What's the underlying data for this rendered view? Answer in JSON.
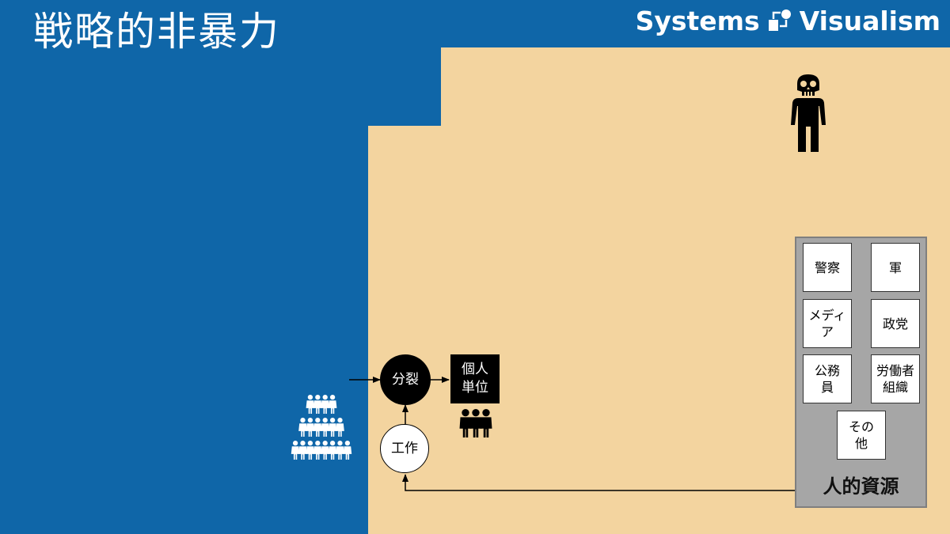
{
  "title": "戦略的非暴力",
  "brand": {
    "left": "Systems",
    "right": "Visualism"
  },
  "colors": {
    "background": "#0f66a8",
    "region": "#f3d49f",
    "node_dark": "#000000",
    "panel": "#a6a6a6",
    "people_light": "#ffffff"
  },
  "diagram": {
    "split_node": "分裂",
    "individual_unit": {
      "line1": "個人",
      "line2": "単位"
    },
    "work_node": "工作",
    "resources": {
      "label": "人的資源",
      "items": [
        {
          "line1": "警察",
          "line2": ""
        },
        {
          "line1": "軍",
          "line2": ""
        },
        {
          "line1": "メディ",
          "line2": "ア"
        },
        {
          "line1": "政党",
          "line2": ""
        },
        {
          "line1": "公務",
          "line2": "員"
        },
        {
          "line1": "労働者",
          "line2": "組織"
        },
        {
          "line1": "その",
          "line2": "他"
        }
      ]
    },
    "icons": [
      "skull-person-icon",
      "crowd-pyramid-icon",
      "three-people-icon"
    ]
  }
}
